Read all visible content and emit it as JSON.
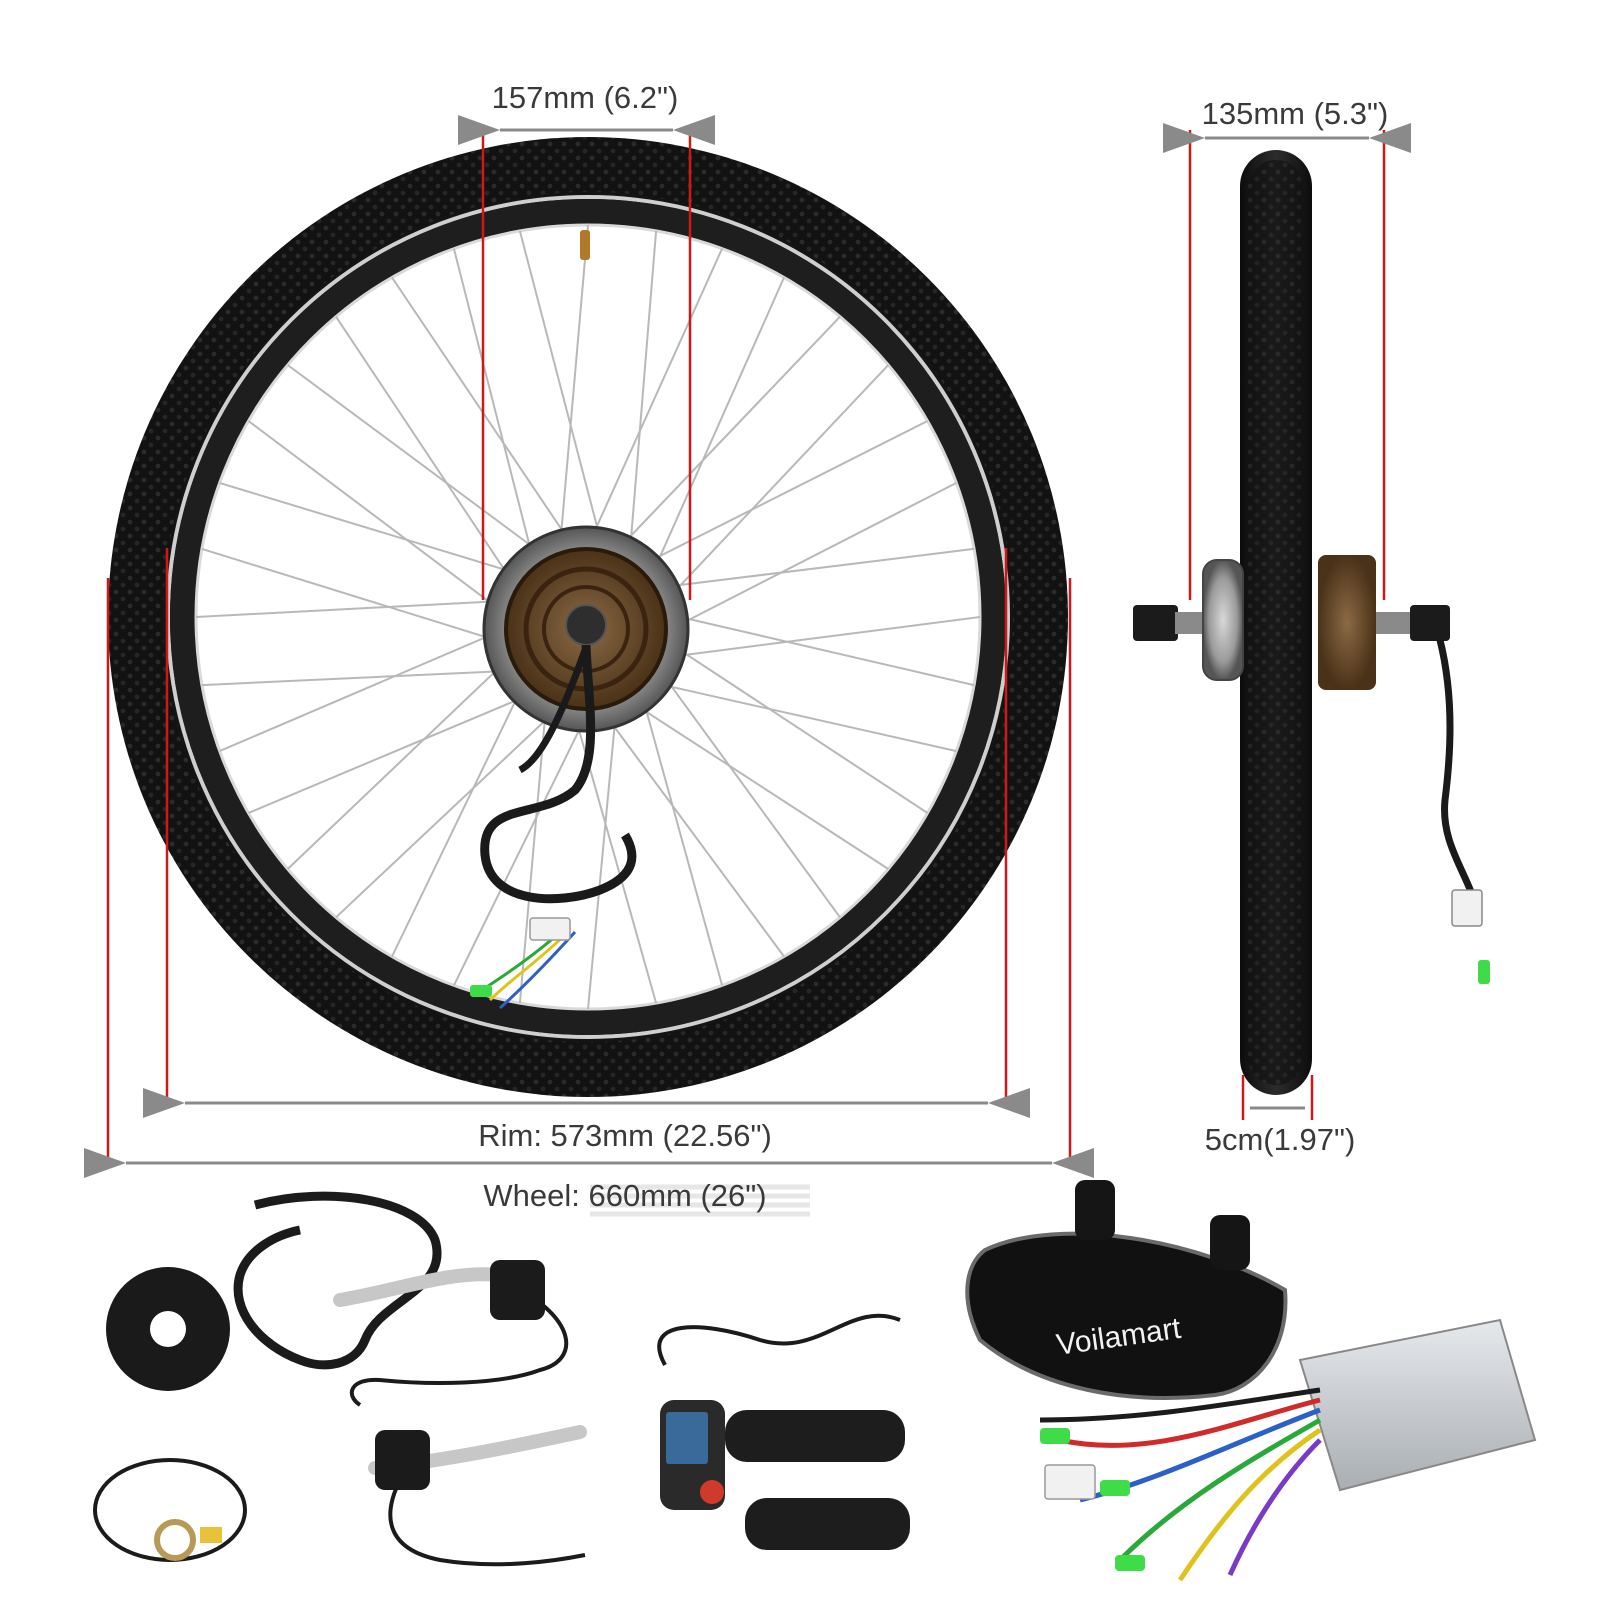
{
  "dimensions": {
    "hub_width": "157mm (6.2\")",
    "axle_width": "135mm (5.3\")",
    "rim": "Rim: 573mm (22.56\")",
    "wheel": "Wheel: 660mm (26\")",
    "tire_width": "5cm(1.97\")"
  },
  "bag": {
    "brand": "Voilamart"
  },
  "colors": {
    "measure_line": "#d01818",
    "arrow_line": "#8a8a8a",
    "tire": "#151515",
    "rim": "#2a2a2a",
    "spoke": "#b8b8b8",
    "hub": "#8a8a8a",
    "cassette": "#6b4a2a",
    "controller": "#c8cdd2",
    "wire_green": "#3fdc4a",
    "background": "#ffffff"
  }
}
